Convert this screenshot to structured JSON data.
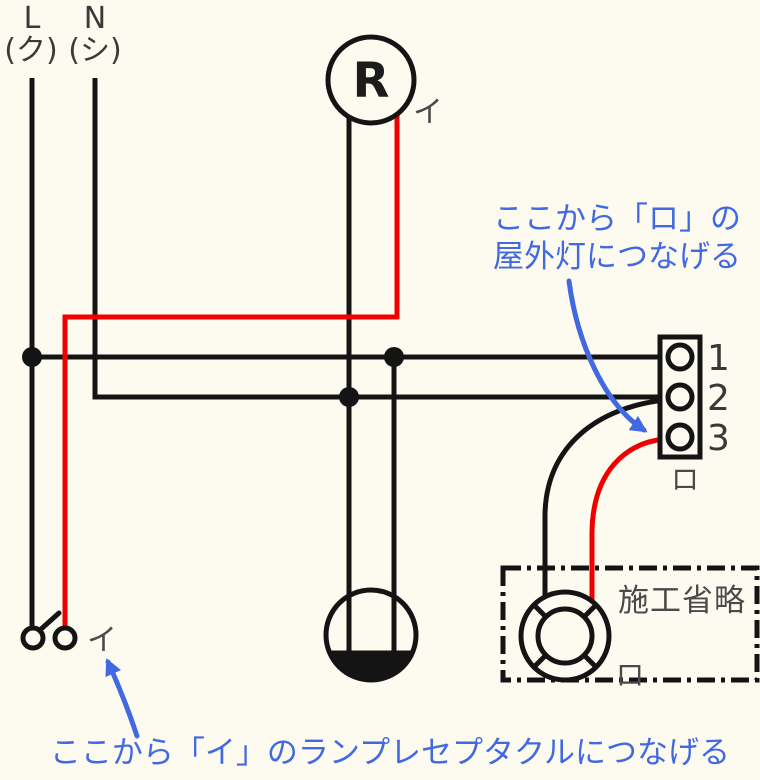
{
  "colors": {
    "background": "#fdfaef",
    "wire_black": "#141414",
    "wire_red": "#ee0000",
    "annotation_blue": "#4169e1",
    "label_gray": "#4a4a4a"
  },
  "power_source": {
    "line_label": "L",
    "line_mark": "(ク)",
    "neutral_label": "N",
    "neutral_mark": "(シ)"
  },
  "lamp_receptacle": {
    "letter": "R",
    "circuit_label": "イ"
  },
  "switch": {
    "circuit_label": "イ"
  },
  "terminal_block": {
    "terminal_1": "1",
    "terminal_2": "2",
    "terminal_3": "3",
    "circuit_label": "ロ"
  },
  "outdoor_light": {
    "caption": "施工省略",
    "circuit_label": "ロ"
  },
  "annotations": {
    "terminal_note_line1": "ここから「ロ」の",
    "terminal_note_line2": "屋外灯につなげる",
    "switch_note": "ここから「イ」のランプレセプタクルにつなげる"
  },
  "symbols": {
    "lamp_receptacle": "circle-with-R",
    "switch": "two-contact-circles-with-lever",
    "outlet": "circle-with-filled-bottom-segment",
    "outdoor_light": "double-circle-with-diagonal-spokes",
    "terminal_block": "three-hole-terminal-strip",
    "omitted_area": "dash-dot-boundary-box",
    "junction": "filled-dot"
  }
}
